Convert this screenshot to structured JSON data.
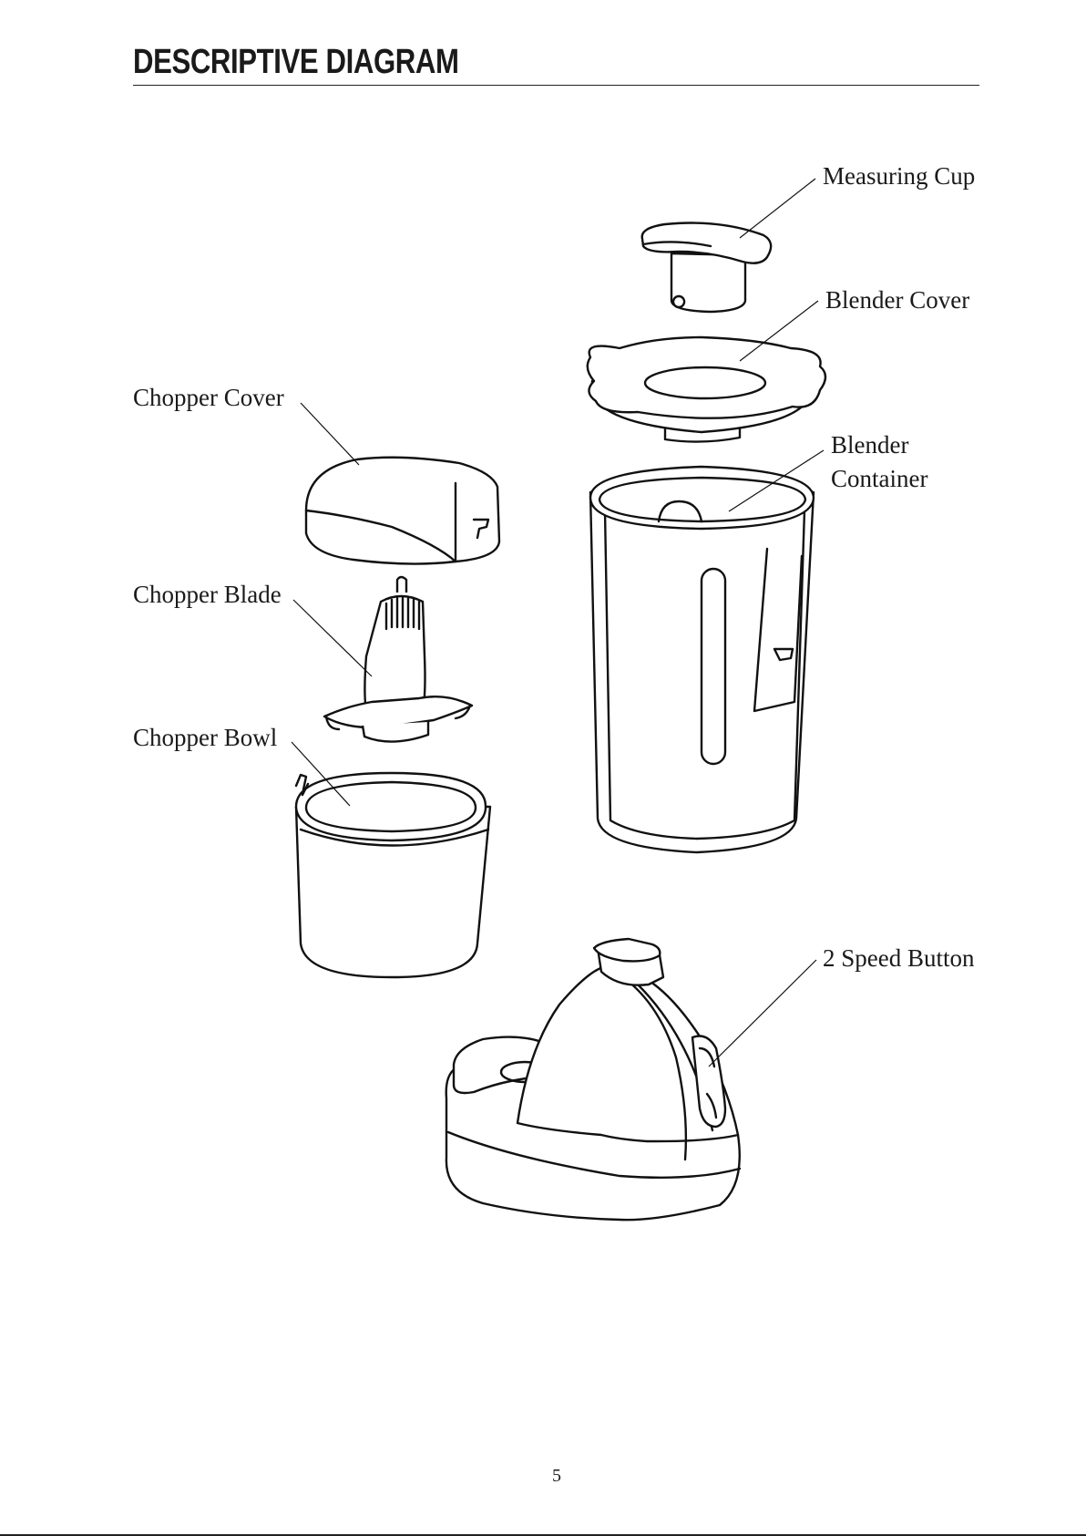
{
  "title": "DESCRIPTIVE DIAGRAM",
  "labels": {
    "measuring_cup": "Measuring Cup",
    "blender_cover": "Blender Cover",
    "blender_container_line1": "Blender",
    "blender_container_line2": "Container",
    "chopper_cover": "Chopper Cover",
    "chopper_blade": "Chopper Blade",
    "chopper_bowl": "Chopper Bowl",
    "speed_button": "2 Speed Button"
  },
  "page_number": "5"
}
